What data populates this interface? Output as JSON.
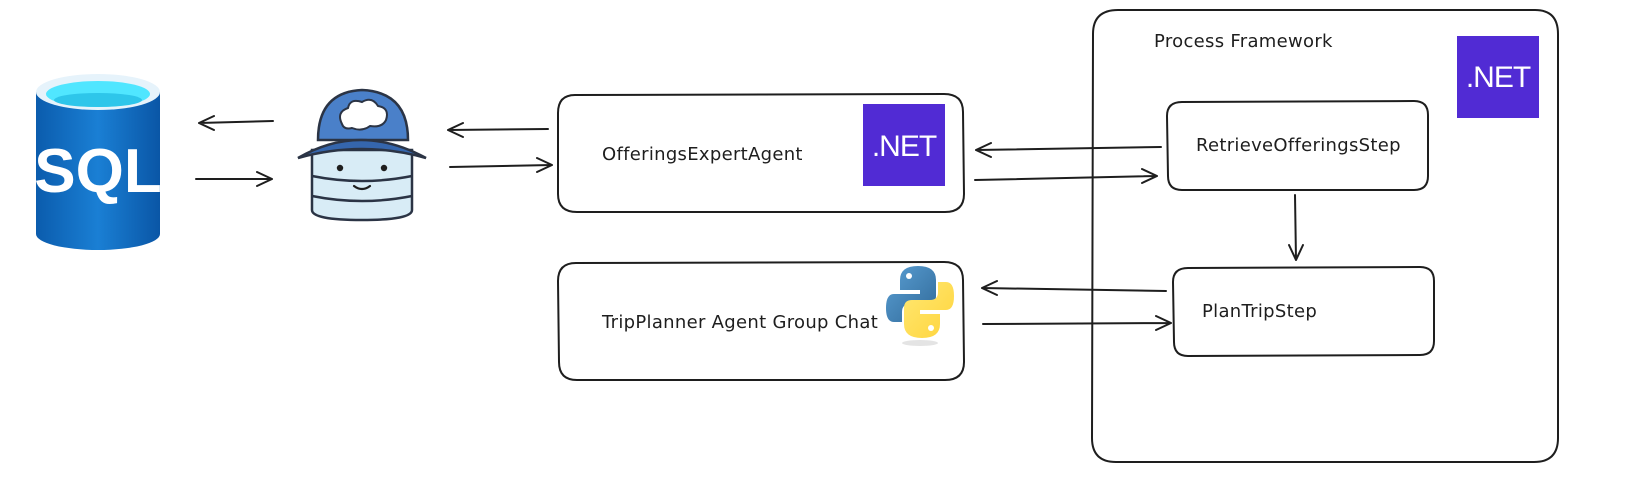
{
  "colors": {
    "stroke": "#1e1e1e",
    "dotnet_badge": "#512bd4",
    "sql_blue": "#0a5fb4",
    "sql_top": "#50e6ff",
    "python_blue": "#3a76a8",
    "python_yellow": "#ffd43b"
  },
  "sql_db": {
    "label": "SQL",
    "icon": "sql-database-icon"
  },
  "mcp_mascot": {
    "icon": "database-mascot-with-cap-icon"
  },
  "offerings_agent": {
    "label": "OfferingsExpertAgent",
    "badge": ".NET"
  },
  "tripplanner": {
    "label": "TripPlanner Agent Group Chat",
    "icon": "python-logo-icon"
  },
  "process_framework": {
    "title": "Process Framework",
    "badge": ".NET",
    "steps": [
      {
        "label": "RetrieveOfferingsStep"
      },
      {
        "label": "PlanTripStep"
      }
    ]
  }
}
